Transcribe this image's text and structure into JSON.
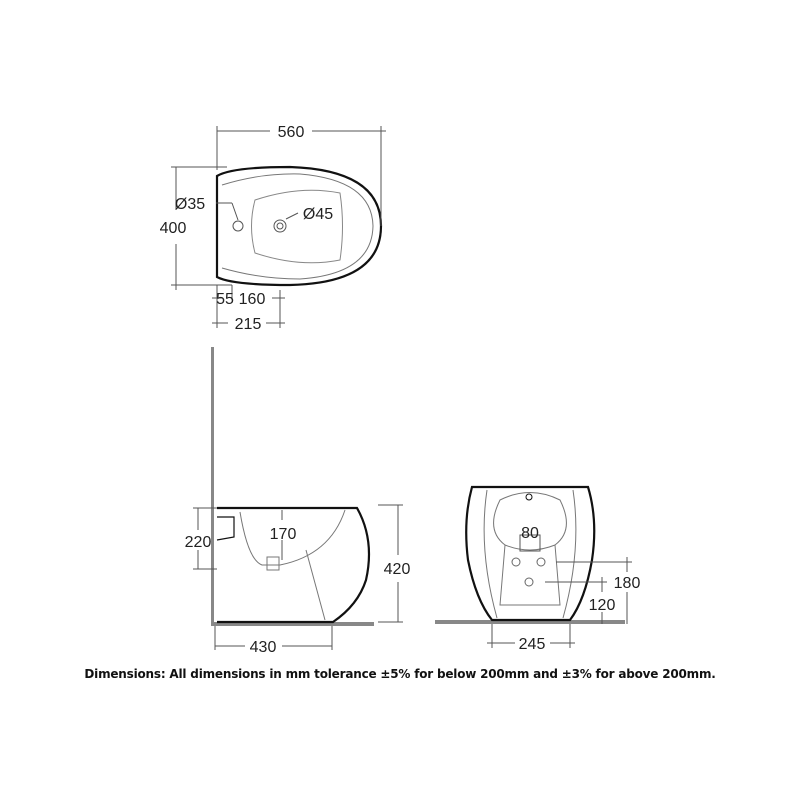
{
  "top_view": {
    "width": "560",
    "depth": "400",
    "tap_hole": "Ø35",
    "waste_hole": "Ø45",
    "edge_to_tap": "55",
    "tap_to_waste": "160",
    "edge_to_waste": "215"
  },
  "side_view": {
    "inlet_height": "220",
    "waste_drop": "170",
    "height": "420",
    "projection": "430"
  },
  "front_view": {
    "waste_width": "80",
    "upper_fixing_height": "180",
    "lower_fixing_height": "120",
    "base_width": "245"
  },
  "caption": "Dimensions: All dimensions in mm tolerance ±5% for below 200mm and ±3% for above 200mm."
}
